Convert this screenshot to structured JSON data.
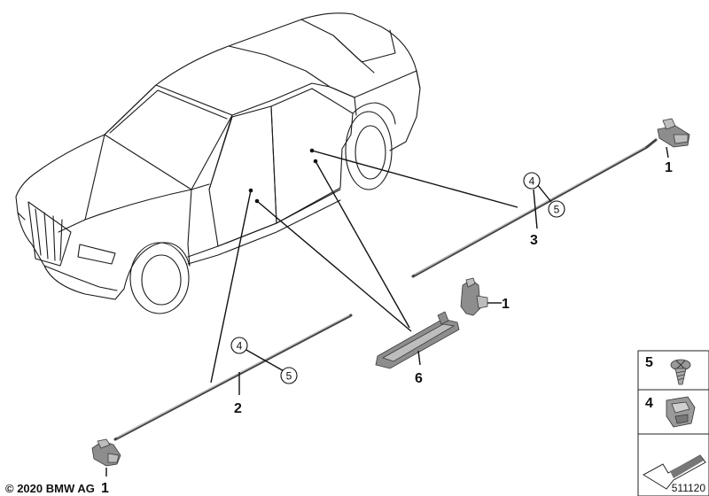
{
  "callouts": {
    "p1_top": "1",
    "p1_mid": "1",
    "p1_bottom": "1",
    "p2": "2",
    "p3": "3",
    "p6": "6",
    "c4_right": "4",
    "c5_right": "5",
    "c4_left": "4",
    "c5_left": "5"
  },
  "legend": {
    "item_top": "5",
    "item_bottom": "4"
  },
  "footer": {
    "copyright": "© 2020 BMW AG",
    "diagram_id": "511120"
  },
  "icons": {
    "screw": "screw-icon",
    "clip": "clip-icon",
    "direction": "direction-arrow-icon"
  }
}
